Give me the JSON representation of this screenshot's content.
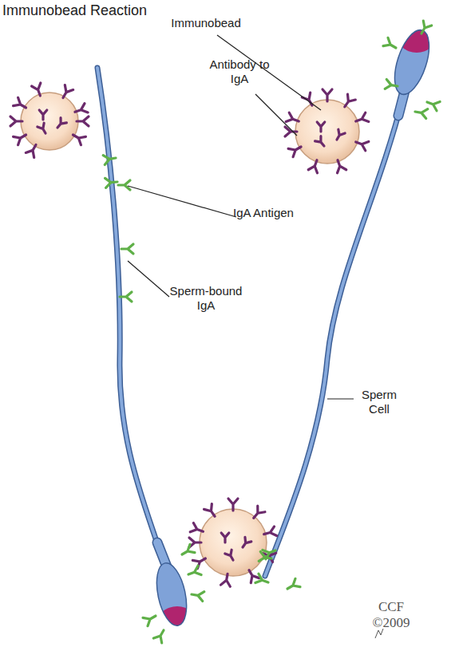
{
  "diagram": {
    "title": "Immunobead Reaction",
    "labels": [
      "Immunobead",
      "Antibody to IgA",
      "IgA Antigen",
      "Sperm-bound IgA",
      "Sperm Cell",
      "CCF",
      "©2009"
    ]
  }
}
